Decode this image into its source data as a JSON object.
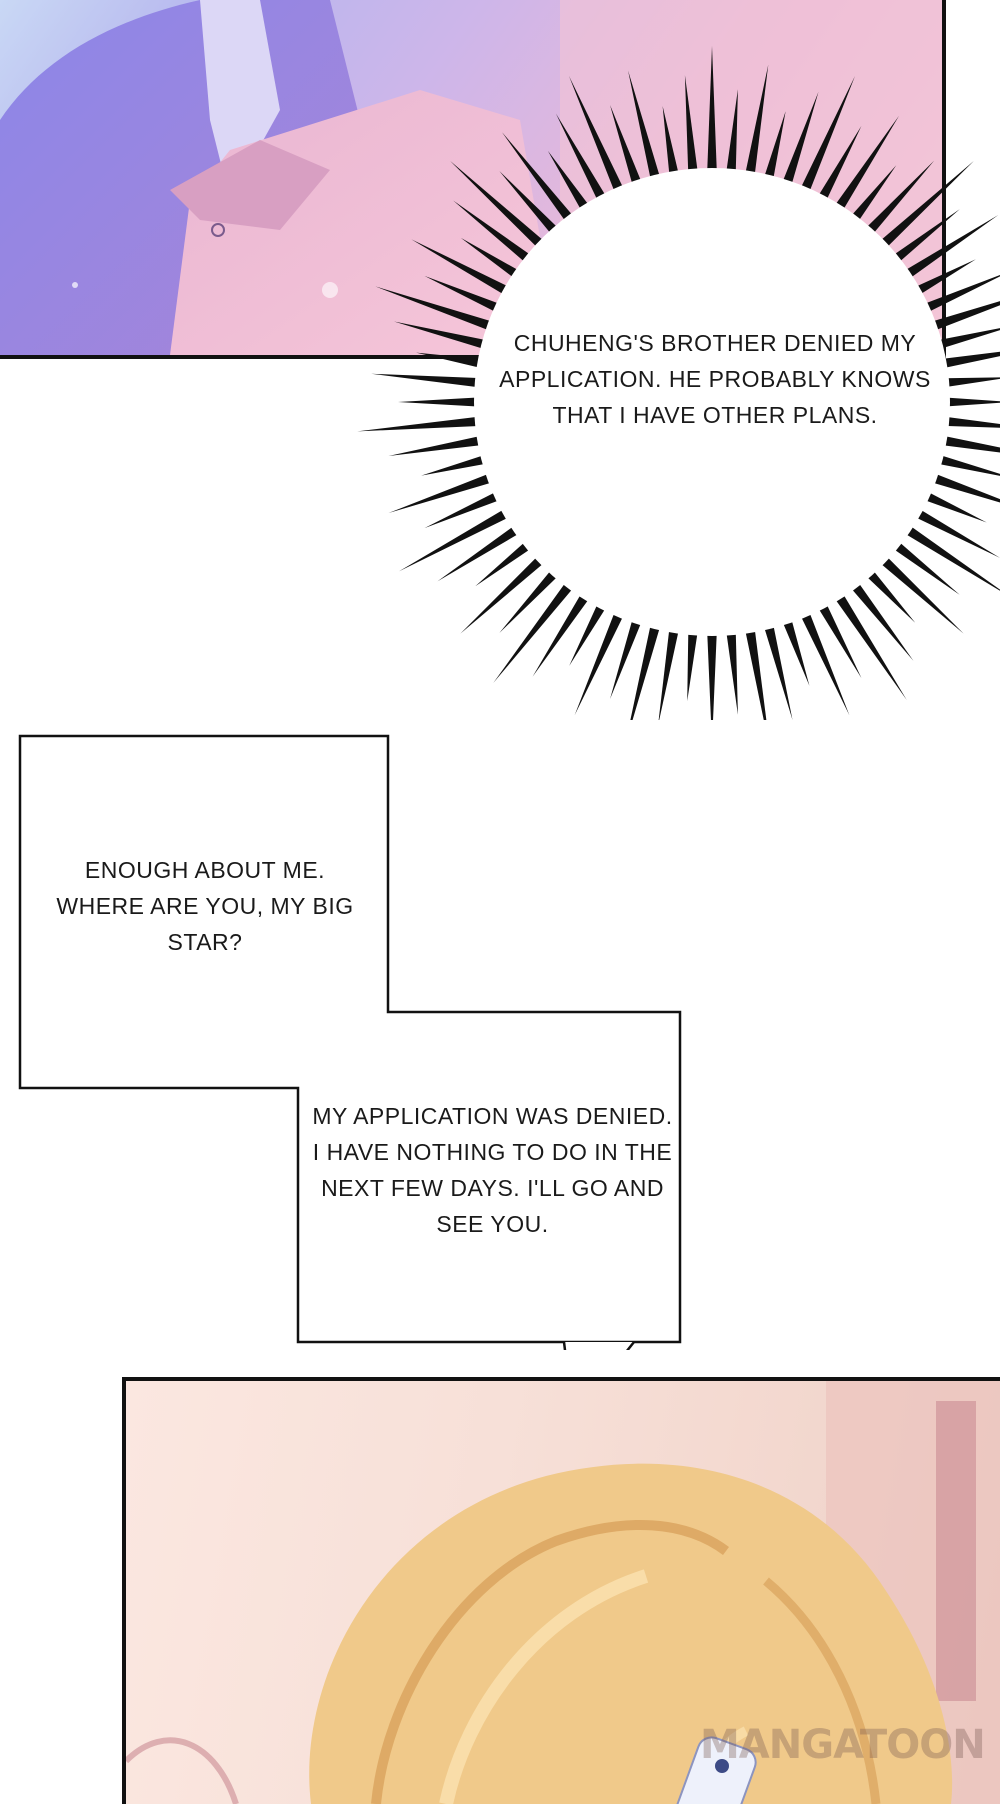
{
  "bubbles": {
    "burst_text": "CHUHENG'S BROTHER DENIED MY APPLICATION. HE PROBABLY KNOWS THAT I HAVE OTHER PLANS.",
    "box_one_text": "ENOUGH ABOUT ME. WHERE ARE YOU, MY BIG STAR?",
    "box_two_text": "MY APPLICATION WAS DENIED. I HAVE NOTHING TO DO IN THE NEXT FEW DAYS. I'LL GO AND SEE YOU."
  },
  "watermark": {
    "text": "MANGATOON"
  },
  "colors": {
    "ink": "#111111",
    "top_panel_accent": "#b7b7ee",
    "hair": "#f0c98a"
  }
}
